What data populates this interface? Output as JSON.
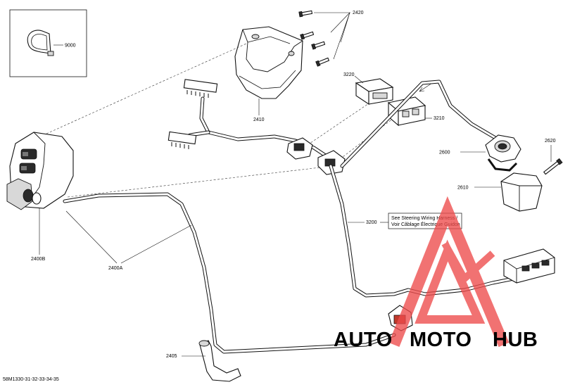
{
  "diagram": {
    "callouts": {
      "p9000": "9000",
      "p2420": "2420",
      "p3220": "3220",
      "p2410": "2410",
      "p3210": "3210",
      "p2600": "2600",
      "p2620": "2620",
      "p2610": "2610",
      "p3200": "3200",
      "p2400B": "2400B",
      "p2400A": "2400A",
      "p2405": "2405"
    },
    "note": {
      "line1": "See Steering Wiring Harness /",
      "line2": "Voir Câblage Électrique Guidon"
    },
    "footer_code": "58M1330-31-32-33-34-35"
  },
  "watermark": {
    "part1": "AUTO",
    "part2": "MOTO",
    "part3": "HUB",
    "color_auto": "#f5c26b",
    "color_moto": "#ee4b4b",
    "color_hub": "#6e6e6e"
  }
}
